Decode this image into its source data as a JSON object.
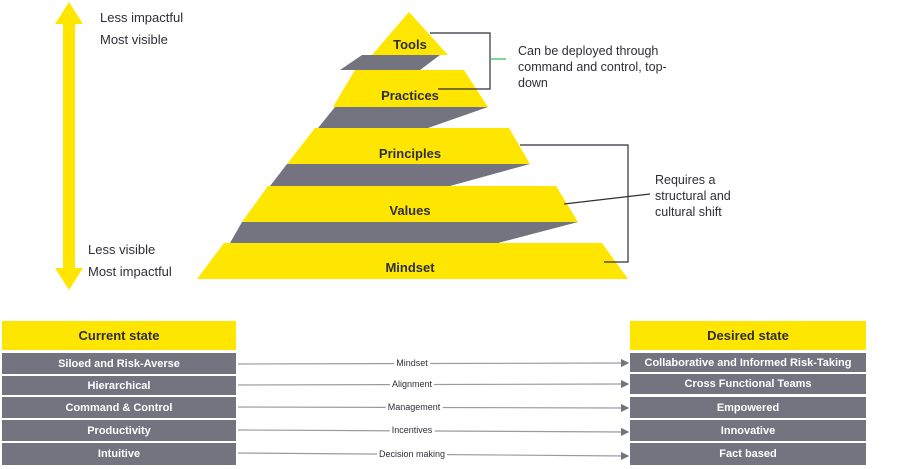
{
  "pyramid": {
    "tiers": [
      {
        "label": "Tools"
      },
      {
        "label": "Practices"
      },
      {
        "label": "Principles"
      },
      {
        "label": "Values"
      },
      {
        "label": "Mindset"
      }
    ],
    "top_notes": [
      "Less impactful",
      "Most visible"
    ],
    "bottom_notes": [
      "Less visible",
      "Most impactful"
    ],
    "callout_top": [
      "Can be deployed through",
      "command and control, top-",
      "down"
    ],
    "callout_bottom": [
      "Requires a",
      "structural and",
      "cultural shift"
    ]
  },
  "transition": {
    "current_title": "Current state",
    "desired_title": "Desired state",
    "rows": [
      {
        "current": "Siloed and Risk-Averse",
        "label": "Mindset",
        "desired": "Collaborative and Informed Risk-Taking"
      },
      {
        "current": "Hierarchical",
        "label": "Alignment",
        "desired": "Cross Functional Teams"
      },
      {
        "current": "Command & Control",
        "label": "Management",
        "desired": "Empowered"
      },
      {
        "current": "Productivity",
        "label": "Incentives",
        "desired": "Innovative"
      },
      {
        "current": "Intuitive",
        "label": "Decision making",
        "desired": "Fact based"
      }
    ]
  },
  "colors": {
    "yellow": "#ffe600",
    "gray": "#747480",
    "dark": "#2e2e38",
    "green_line": "#2db757"
  }
}
